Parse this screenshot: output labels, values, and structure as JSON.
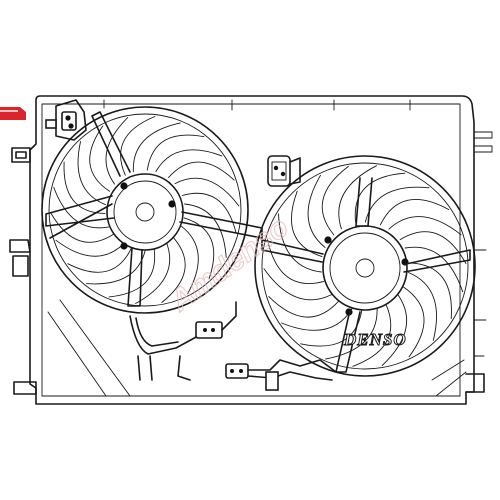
{
  "drawing": {
    "brand_text": "DENSO",
    "watermark_text": "Amdenso",
    "colors": {
      "line": "#1a1a1a",
      "background": "#ffffff",
      "watermark": "#e8b6b6",
      "corner_tag": "#d9252b"
    },
    "fans": [
      {
        "name": "left-fan",
        "blades": 11
      },
      {
        "name": "right-fan",
        "blades": 11
      }
    ]
  }
}
